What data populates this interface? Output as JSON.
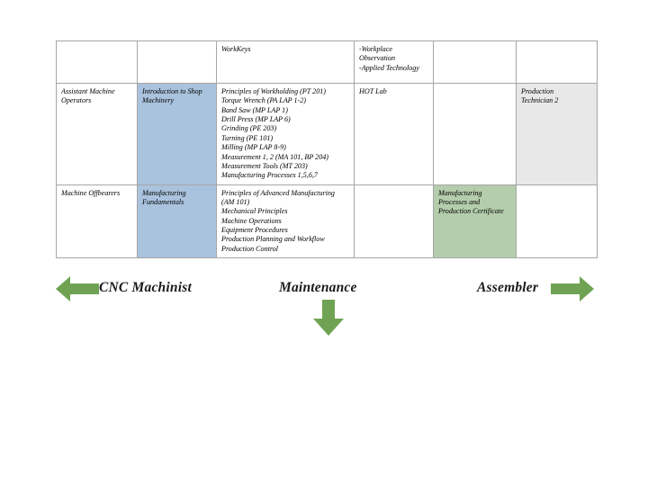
{
  "table": {
    "columns": [
      "occupation",
      "course",
      "topics",
      "assessment",
      "credential",
      "certification"
    ],
    "rows": [
      {
        "name": "header-row",
        "cells": [
          {
            "text": "",
            "fill": "none"
          },
          {
            "text": "",
            "fill": "none"
          },
          {
            "text": "WorkKeys",
            "fill": "none"
          },
          {
            "text": "-Workplace\nObservation\n-Applied Technology",
            "fill": "none"
          },
          {
            "text": "",
            "fill": "none"
          },
          {
            "text": "",
            "fill": "none"
          }
        ]
      },
      {
        "name": "assistant-machine-operators-row",
        "cells": [
          {
            "text": "Assistant Machine\nOperators",
            "fill": "none"
          },
          {
            "text": "Introduction to Shop\nMachinery",
            "fill": "blue"
          },
          {
            "text": "Principles of Workholding  (PT 201)\nTorque Wrench (PA LAP 1-2)\nBand Saw (MP LAP 1)\nDrill Press (MP LAP 6)\nGrinding (PE 203)\nTurning (PE 101)\nMilling (MP LAP 8-9)\nMeasurement 1, 2 (MA 101, BP 204)\nMeasurement Tools (MT 203)\nManufacturing Processes 1,5,6,7",
            "fill": "none"
          },
          {
            "text": "HOT Lab",
            "fill": "none"
          },
          {
            "text": "",
            "fill": "none"
          },
          {
            "text": "Production\nTechnician 2",
            "fill": "gray"
          }
        ]
      },
      {
        "name": "machine-offbearers-row",
        "cells": [
          {
            "text": "Machine Offbearers",
            "fill": "none"
          },
          {
            "text": "Manufacturing\nFundamentals",
            "fill": "blue"
          },
          {
            "text": "Principles of Advanced Manufacturing\n(AM 101)\nMechanical Principles\nMachine Operations\nEquipment Procedures\nProduction Planning and Workflow\nProduction Control",
            "fill": "none"
          },
          {
            "text": "",
            "fill": "none"
          },
          {
            "text": "Manufacturing\nProcesses and\nProduction Certificate",
            "fill": "green"
          },
          {
            "text": "",
            "fill": "none"
          }
        ]
      }
    ]
  },
  "roles": {
    "cnc_machinist": "CNC Machinist",
    "maintenance": "Maintenance",
    "assembler": "Assembler"
  },
  "colors": {
    "arrow_green": "#6fa353",
    "fill_blue": "#a9c2dd",
    "fill_green": "#b4cdac",
    "fill_gray": "#e8e8e8",
    "border": "#a6a6a6"
  }
}
